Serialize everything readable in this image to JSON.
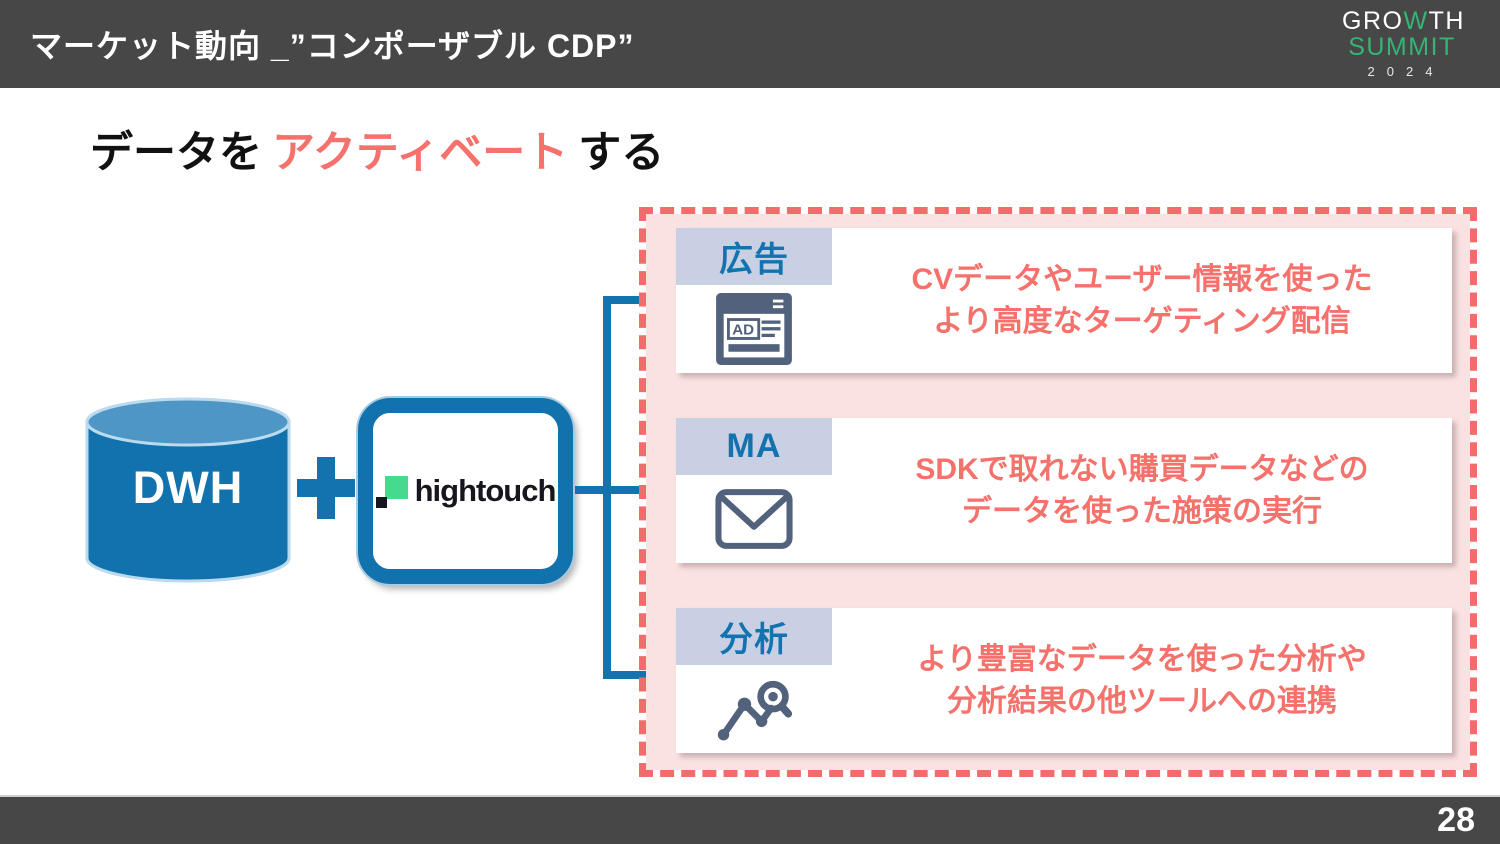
{
  "header": {
    "title": "マーケット動向 _”コンポーザブル CDP”",
    "logo": {
      "growth_pre": "GRO",
      "growth_w": "W",
      "growth_post": "TH",
      "summit": "SUMMIT",
      "year": "2024"
    }
  },
  "page_title": {
    "black1": "データを",
    "highlight": "アクティベート",
    "black2": "する"
  },
  "diagram": {
    "dwh_label": "DWH",
    "hightouch_label": "hightouch",
    "rows": [
      {
        "tag": "広告",
        "icon": "ad-banner-icon",
        "icon_text": "AD",
        "line1": "CVデータやユーザー情報を使った",
        "line2": "より高度なターゲティング配信"
      },
      {
        "tag": "MA",
        "icon": "envelope-icon",
        "line1": "SDKで取れない購買データなどの",
        "line2": "データを使った施策の実行"
      },
      {
        "tag": "分析",
        "icon": "chart-magnifier-icon",
        "line1": "より豊富なデータを使った分析や",
        "line2": "分析結果の他ツールへの連携"
      }
    ]
  },
  "footer": {
    "page_number": "28"
  },
  "colors": {
    "bar_gray": "#474747",
    "accent_blue": "#1373af",
    "coral": "#f4716c",
    "dashed_border": "#f26c6c",
    "pink_fill": "#fbe2e2",
    "tab_lavender": "#c9d0e4",
    "icon_slate": "#52617c",
    "logo_green": "#35b475",
    "hightouch_green": "#45da8c",
    "cylinder_top": "#4e96c6",
    "cylinder_body": "#1172ad"
  }
}
